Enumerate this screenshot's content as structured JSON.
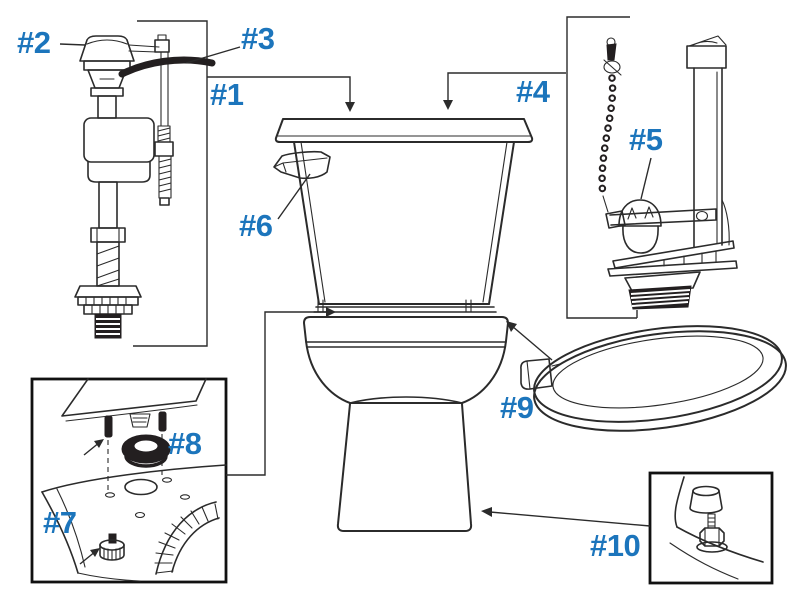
{
  "diagram": {
    "kind": "toilet-parts-callout-diagram",
    "colors": {
      "label_blue": "#1c75bc",
      "line_black": "#231f20",
      "background": "#ffffff"
    }
  },
  "labels": [
    {
      "text": "#1",
      "part": "tank"
    },
    {
      "text": "#2",
      "part": "fill-valve"
    },
    {
      "text": "#3",
      "part": "refill-tube"
    },
    {
      "text": "#4",
      "part": "flush-valve"
    },
    {
      "text": "#5",
      "part": "flapper"
    },
    {
      "text": "#6",
      "part": "trip-lever"
    },
    {
      "text": "#7",
      "part": "tank-bolts"
    },
    {
      "text": "#8",
      "part": "tank-to-bowl-gasket"
    },
    {
      "text": "#9",
      "part": "toilet-seat"
    },
    {
      "text": "#10",
      "part": "bolt-caps"
    }
  ]
}
